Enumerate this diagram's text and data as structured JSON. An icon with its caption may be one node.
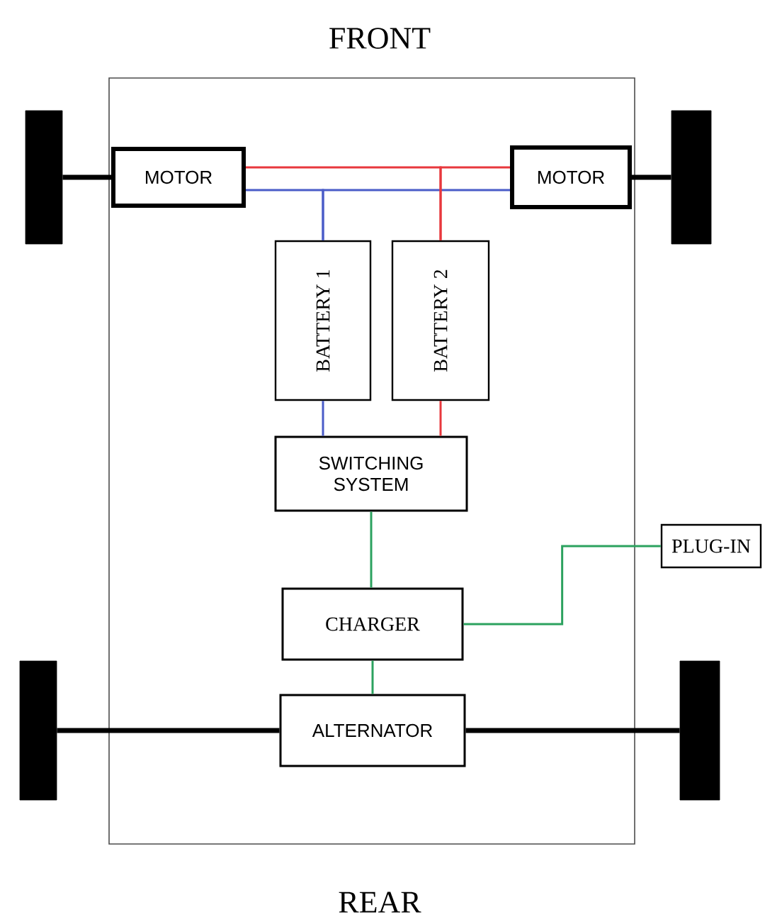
{
  "diagram": {
    "nodes": [
      {
        "text": [
          "MOTOR"
        ]
      },
      {
        "text": [
          "MOTOR"
        ]
      },
      {
        "text": [
          "BATTERY 1"
        ]
      },
      {
        "text": [
          "BATTERY 2"
        ]
      },
      {
        "text": [
          "SWITCHING SYSTEM"
        ]
      },
      {
        "text": [
          "CHARGER"
        ]
      },
      {
        "text": [
          "PLUG-IN"
        ]
      },
      {
        "text": [
          "ALTERNATOR"
        ]
      },
      {
        "text": [],
        "shape": "bar"
      },
      {
        "text": [],
        "shape": "bar"
      },
      {
        "text": [],
        "shape": "bar"
      },
      {
        "text": [],
        "shape": "bar"
      }
    ],
    "edges": [
      {
        "from": 8,
        "to": 0,
        "arrow": "none",
        "style": "thick",
        "color": "#000000"
      },
      {
        "from": 1,
        "to": 9,
        "arrow": "none",
        "style": "thick",
        "color": "#000000"
      },
      {
        "from": 10,
        "to": 7,
        "arrow": "none",
        "style": "thick",
        "color": "#000000"
      },
      {
        "from": 7,
        "to": 11,
        "arrow": "none",
        "style": "thick",
        "color": "#000000"
      },
      {
        "from": 2,
        "to": 0,
        "arrow": "none",
        "color": "#4a5cc8"
      },
      {
        "from": 2,
        "to": 1,
        "arrow": "none",
        "color": "#4a5cc8"
      },
      {
        "from": 3,
        "to": 0,
        "arrow": "none",
        "color": "#e8383d"
      },
      {
        "from": 3,
        "to": 1,
        "arrow": "none",
        "color": "#e8383d"
      },
      {
        "from": 2,
        "to": 4,
        "arrow": "none",
        "color": "#4a5cc8"
      },
      {
        "from": 3,
        "to": 4,
        "arrow": "none",
        "color": "#e8383d"
      },
      {
        "from": 4,
        "to": 5,
        "arrow": "none",
        "color": "#2ca25f"
      },
      {
        "from": 5,
        "to": 6,
        "arrow": "none",
        "color": "#2ca25f"
      },
      {
        "from": 5,
        "to": 7,
        "arrow": "none",
        "color": "#2ca25f"
      }
    ],
    "labels": [
      "FRONT",
      "REAR"
    ]
  }
}
